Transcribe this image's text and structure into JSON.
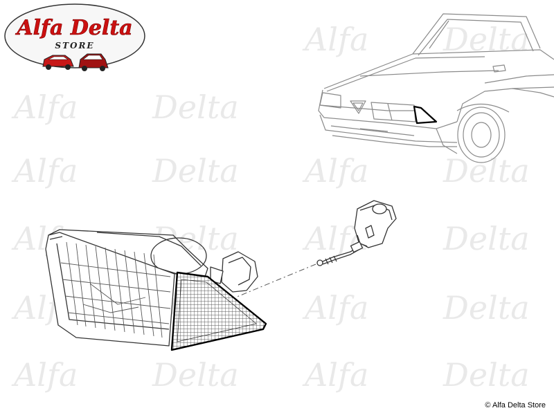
{
  "watermark": {
    "word_alfa": "Alfa",
    "word_delta": "Delta"
  },
  "logo": {
    "brand": "Alfa Delta",
    "subtitle": "STORE",
    "ellipse_fill": "#f7f7f7",
    "brand_color": "#cc1111"
  },
  "footer": {
    "copyright": "© Alfa Delta Store"
  },
  "colors": {
    "line": "#444444",
    "line_faint": "#9a9a9a",
    "highlight": "#000000"
  }
}
